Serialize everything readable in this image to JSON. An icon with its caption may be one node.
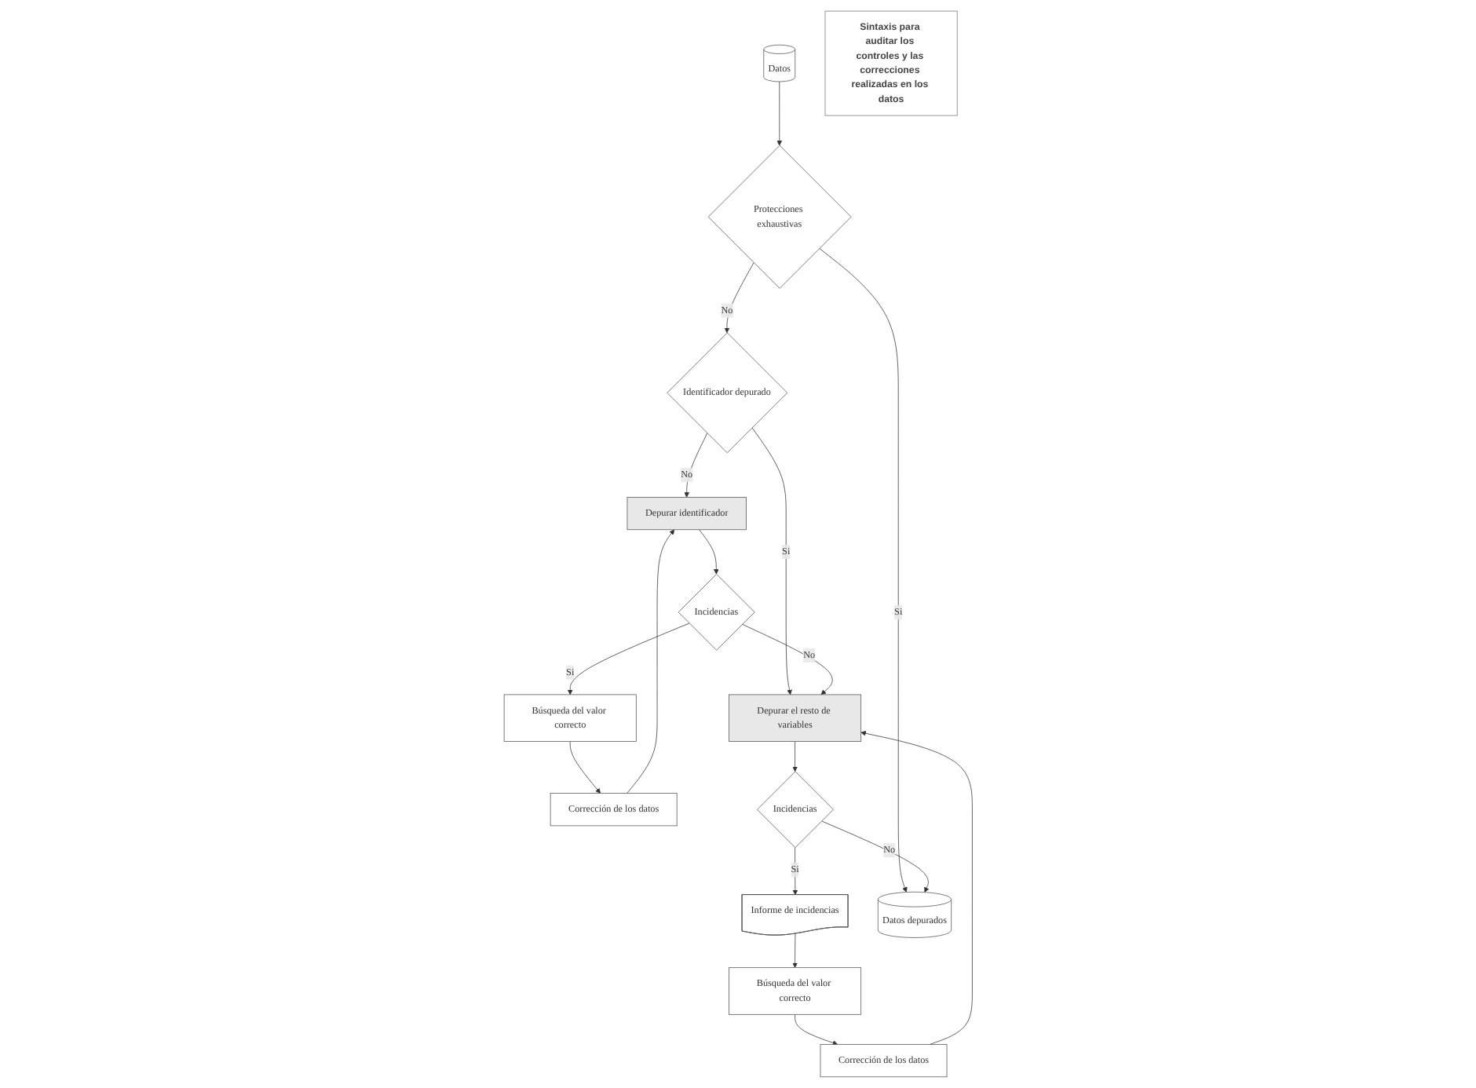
{
  "diagram": {
    "nodes": [
      {
        "text": [
          "Datos"
        ]
      },
      {
        "text": [
          "Protecciones exhaustivas"
        ]
      },
      {
        "text": [
          "Identificador depurado"
        ]
      },
      {
        "text": [
          "Depurar identificador"
        ]
      },
      {
        "text": [
          "Corrección de los datos"
        ]
      },
      {
        "text": [
          "Búsqueda del valor correcto"
        ]
      },
      {
        "text": [
          "Incidencias"
        ]
      },
      {
        "text": [
          "Depurar el resto de variables"
        ]
      },
      {
        "text": [
          "Corrección de los datos"
        ]
      },
      {
        "text": [
          "Búsqueda del valor correcto"
        ]
      },
      {
        "text": [
          "Informe de incidencias"
        ]
      },
      {
        "text": [
          "Incidencias"
        ]
      },
      {
        "text": [
          "Datos depurados"
        ]
      },
      {
        "text": [
          "Sintaxis para auditar los controles y las correcciones realizadas en los datos"
        ]
      }
    ],
    "edges": [
      {
        "from": 0,
        "to": 1,
        "arrow": "to"
      },
      {
        "from": 1,
        "to": 2,
        "arrow": "to",
        "label": "No"
      },
      {
        "from": 1,
        "to": 12,
        "arrow": "to",
        "label": "Si"
      },
      {
        "from": 2,
        "to": 3,
        "arrow": "to",
        "label": "No"
      },
      {
        "from": 2,
        "to": 7,
        "arrow": "to",
        "label": "Si"
      },
      {
        "from": 3,
        "to": 6,
        "arrow": "to"
      },
      {
        "from": 6,
        "to": 7,
        "arrow": "to",
        "label": "No"
      },
      {
        "from": 6,
        "to": 5,
        "arrow": "to",
        "label": "Si"
      },
      {
        "from": 5,
        "to": 4,
        "arrow": "to"
      },
      {
        "from": 4,
        "to": 3,
        "arrow": "to"
      },
      {
        "from": 7,
        "to": 11,
        "arrow": "to"
      },
      {
        "from": 11,
        "to": 12,
        "arrow": "to",
        "label": "No"
      },
      {
        "from": 11,
        "to": 10,
        "arrow": "to",
        "label": "Si"
      },
      {
        "from": 10,
        "to": 9,
        "arrow": "to"
      },
      {
        "from": 9,
        "to": 8,
        "arrow": "to"
      },
      {
        "from": 8,
        "to": 7,
        "arrow": "to"
      }
    ]
  }
}
